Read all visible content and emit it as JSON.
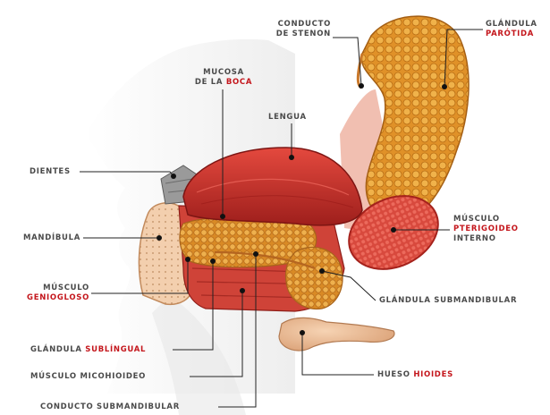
{
  "labels": {
    "conducto_stenon": {
      "line1": "CONDUCTO",
      "line2": "DE STENON"
    },
    "glandula_parotida": {
      "line1": "GLÁNDULA",
      "line2": "PARÓTIDA"
    },
    "mucosa_boca": {
      "line1": "MUCOSA",
      "line2_a": "DE LA ",
      "line2_b": "BOCA"
    },
    "lengua": {
      "text": "LENGUA"
    },
    "dientes": {
      "text": "DIENTES"
    },
    "mandibula": {
      "text": "MANDÍBULA"
    },
    "musculo_pterigoideo": {
      "line1": "MÚSCULO",
      "line2": "PTERIGOIDEO",
      "line3": "INTERNO"
    },
    "musculo_geniogloso": {
      "line1": "MÚSCULO",
      "line2": "GENIOGLOSO"
    },
    "glandula_submandibular": {
      "text": "GLÁNDULA SUBMANDIBULAR"
    },
    "glandula_sublingual": {
      "part_a": "GLÁNDULA ",
      "part_b": "SUBLÍNGUAL"
    },
    "musculo_micohioideo": {
      "text": "MÚSCULO MICOHIOIDEO"
    },
    "hueso_hioides": {
      "part_a": "HUESO ",
      "part_b": "HIOIDES"
    },
    "conducto_submandibular": {
      "text": "CONDUCTO SUBMANDIBULAR"
    }
  },
  "colors": {
    "accent_red": "#c4161c",
    "label_gray": "#4a4a4a",
    "leader_line": "#222222",
    "gland_orange": "#e59a2c",
    "tongue_red": "#c8322c",
    "bone": "#f1c9a6"
  }
}
